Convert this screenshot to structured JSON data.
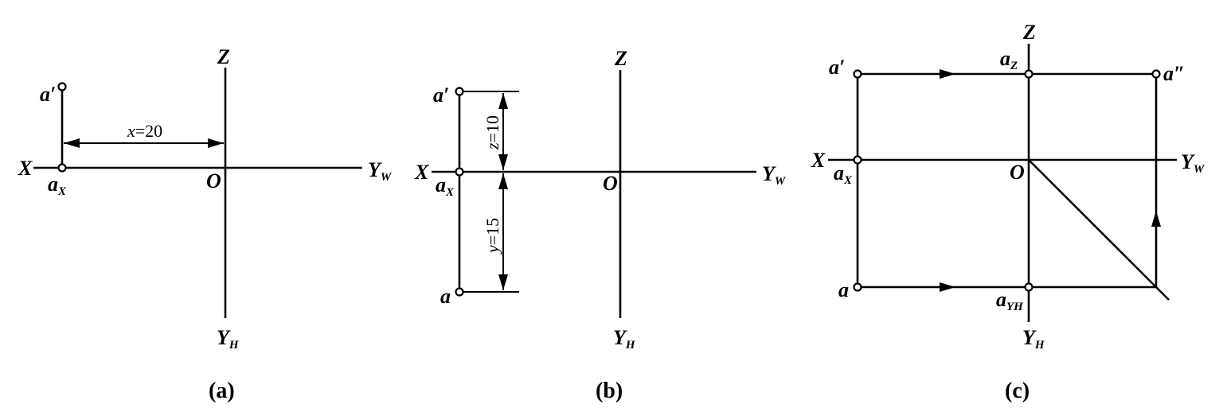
{
  "panels": {
    "a": {
      "caption": "(a)",
      "labels": {
        "z": "Z",
        "x": "X",
        "yw_main": "Y",
        "yw_sub": "W",
        "yh_main": "Y",
        "yh_sub": "H",
        "o": "O",
        "a_prime": "a′",
        "ax_main": "a",
        "ax_sub": "X"
      },
      "dimension": {
        "var": "x",
        "text": "=20"
      }
    },
    "b": {
      "caption": "(b)",
      "labels": {
        "z": "Z",
        "x": "X",
        "yw_main": "Y",
        "yw_sub": "W",
        "yh_main": "Y",
        "yh_sub": "H",
        "o": "O",
        "a_prime": "a′",
        "a": "a",
        "ax_main": "a",
        "ax_sub": "X"
      },
      "dim_z": {
        "var": "z",
        "text": "=10"
      },
      "dim_y": {
        "var": "y",
        "text": "=15"
      }
    },
    "c": {
      "caption": "(c)",
      "labels": {
        "z": "Z",
        "x": "X",
        "yw_main": "Y",
        "yw_sub": "W",
        "yh_main": "Y",
        "yh_sub": "H",
        "o": "O",
        "a_prime": "a′",
        "a_double": "a″",
        "a": "a",
        "az_main": "a",
        "az_sub": "Z",
        "ax_main": "a",
        "ax_sub": "X",
        "ayh_main": "a",
        "ayh_sub": "YH"
      }
    }
  }
}
